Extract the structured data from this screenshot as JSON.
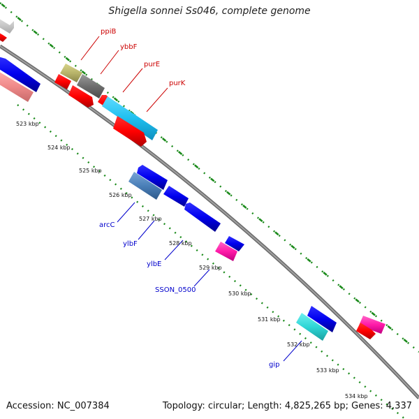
{
  "title": "Shigella sonnei Ss046, complete genome",
  "footer": {
    "accession": "Accession: NC_007384",
    "summary": "Topology: circular; Length: 4,825,265 bp; Genes: 4,337"
  },
  "colors": {
    "backbone": "#8c8c8c",
    "ticks": "#1a8a1a",
    "label_forward": "#cc0000",
    "label_reverse": "#0000cc"
  },
  "kbp_labels": [
    "523 kbp",
    "524 kbp",
    "525 kbp",
    "526 kbp",
    "527 kbp",
    "528 kbp",
    "529 kbp",
    "530 kbp",
    "531 kbp",
    "532 kbp",
    "533 kbp",
    "534 kbp"
  ],
  "gene_labels": {
    "ppiB": "ppiB",
    "ybbF": "ybbF",
    "purE": "purE",
    "purK": "purK",
    "arcC": "arcC",
    "ylbF": "ylbF",
    "ylbE": "ylbE",
    "SSON_0500": "SSON_0500",
    "gip": "gip"
  }
}
